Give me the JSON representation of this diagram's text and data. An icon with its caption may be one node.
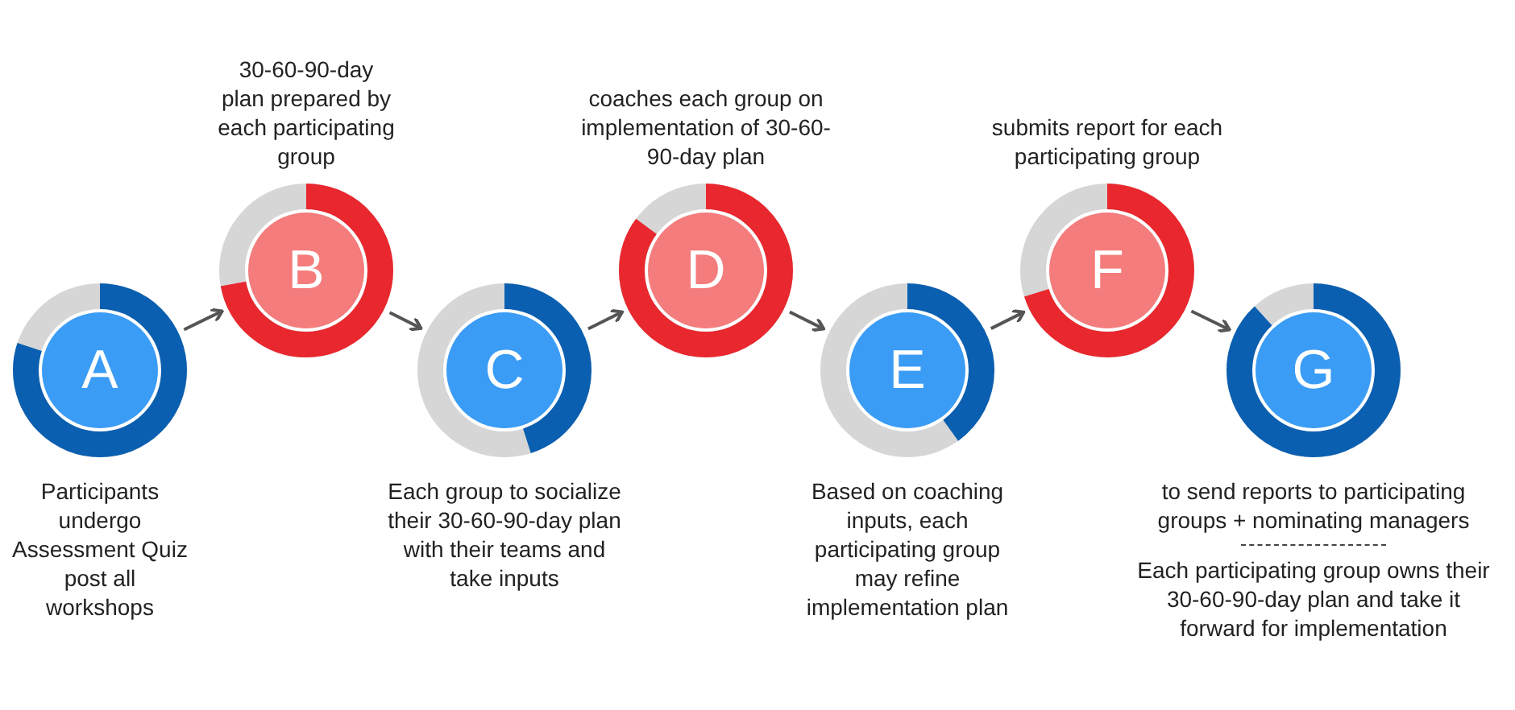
{
  "diagram": {
    "nodes": [
      {
        "text": [
          "A"
        ],
        "beside": [
          "Participants undergo Assessment Quiz post all workshops"
        ]
      },
      {
        "text": [
          "B"
        ],
        "beside": [
          "30-60-90-day plan prepared by each participating group"
        ]
      },
      {
        "text": [
          "C"
        ],
        "beside": [
          "Each group to socialize their 30-60-90-day plan with their teams and take inputs"
        ]
      },
      {
        "text": [
          "D"
        ],
        "beside": [
          "coaches each group on implementation of 30-60-90-day plan"
        ]
      },
      {
        "text": [
          "E"
        ],
        "beside": [
          "Based on coaching inputs, each participating group may refine implementation plan"
        ]
      },
      {
        "text": [
          "F"
        ],
        "beside": [
          "submits report for each participating group"
        ]
      },
      {
        "text": [
          "G"
        ],
        "beside": [
          "to send reports to participating groups + nominating managers",
          "Each participating group owns their 30-60-90-day plan and take it forward for implementation"
        ]
      }
    ],
    "edges": [
      {
        "from": 0,
        "to": 1,
        "arrow": "to"
      },
      {
        "from": 1,
        "to": 2,
        "arrow": "to"
      },
      {
        "from": 2,
        "to": 3,
        "arrow": "to"
      },
      {
        "from": 3,
        "to": 4,
        "arrow": "to"
      },
      {
        "from": 4,
        "to": 5,
        "arrow": "to"
      },
      {
        "from": 5,
        "to": 6,
        "arrow": "to"
      }
    ]
  }
}
